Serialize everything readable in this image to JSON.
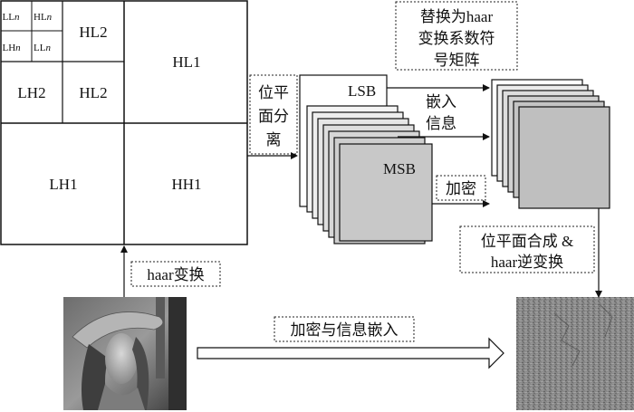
{
  "wavelet": {
    "ll_n": "LL",
    "hl_n": "HL",
    "lh_n": "LH",
    "ll_n2": "LL",
    "n": "n",
    "hl2_top": "HL2",
    "lh2": "LH2",
    "hl2_mid": "HL2",
    "hl1": "HL1",
    "lh1": "LH1",
    "hh1": "HH1"
  },
  "steps": {
    "bitplane_line1": "位平",
    "bitplane_line2": "面分",
    "bitplane_line3": "离",
    "replace_line1": "替换为haar",
    "replace_line2": "变换系数符",
    "replace_line3": "号矩阵",
    "embed_line1": "嵌入",
    "embed_line2": "信息",
    "encrypt": "加密",
    "compose_line1": "位平面合成 &",
    "compose_line2": "haar逆变换",
    "haar": "haar变换",
    "main_arrow": "加密与信息嵌入"
  },
  "planes": {
    "lsb": "LSB",
    "msb": "MSB"
  }
}
